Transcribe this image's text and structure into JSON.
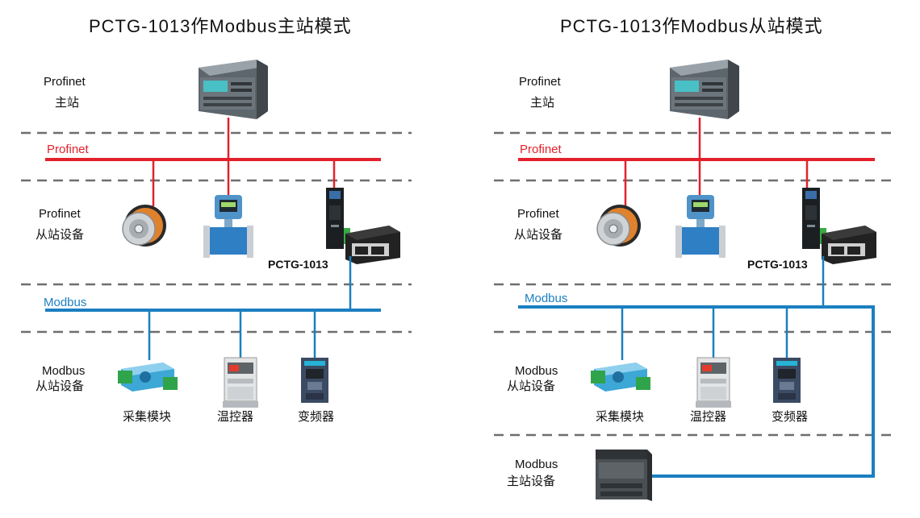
{
  "left": {
    "title": "PCTG-1013作Modbus主站模式",
    "profinet_master": [
      "Profinet",
      "主站"
    ],
    "profinet_bus": "Profinet",
    "profinet_slaves": [
      "Profinet",
      "从站设备"
    ],
    "gateway": "PCTG-1013",
    "modbus_bus": "Modbus",
    "modbus_slaves": [
      "Modbus",
      "从站设备"
    ],
    "devices": [
      "采集模块",
      "温控器",
      "变频器"
    ]
  },
  "right": {
    "title": "PCTG-1013作Modbus从站模式",
    "profinet_master": [
      "Profinet",
      "主站"
    ],
    "profinet_bus": "Profinet",
    "profinet_slaves": [
      "Profinet",
      "从站设备"
    ],
    "gateway": "PCTG-1013",
    "modbus_bus": "Modbus",
    "modbus_slaves": [
      "Modbus",
      "从站设备"
    ],
    "devices": [
      "采集模块",
      "温控器",
      "变频器"
    ],
    "modbus_master": [
      "Modbus",
      "主站设备"
    ]
  },
  "colors": {
    "profinet": "#e3212b",
    "modbus": "#1b7fc1",
    "separator": "#6e6e6e"
  },
  "icons": [
    "plc-icon",
    "encoder-icon",
    "flowmeter-icon",
    "gateway-module-icon",
    "switch-icon",
    "io-module-icon",
    "temperature-controller-icon",
    "inverter-icon"
  ]
}
